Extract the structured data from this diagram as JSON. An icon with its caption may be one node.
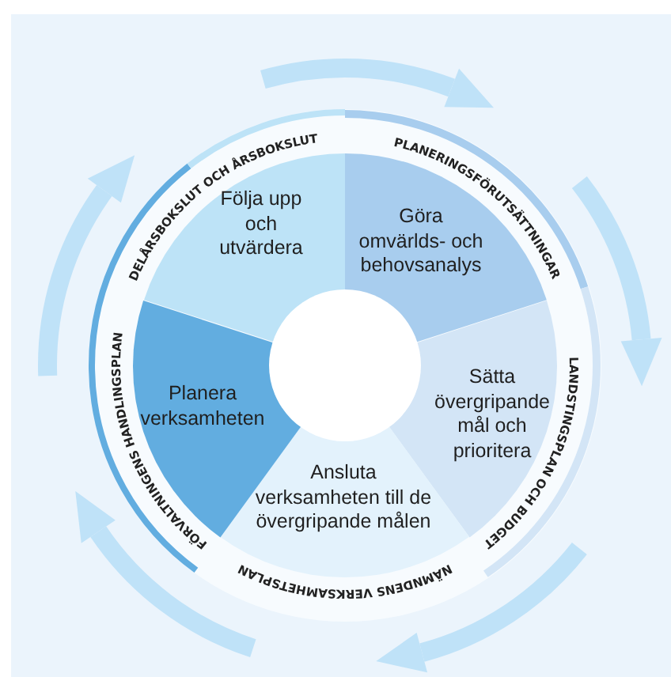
{
  "diagram": {
    "nodes": [
      {
        "text": [
          "Följa upp och utvärdera"
        ]
      },
      {
        "text": [
          "Göra omvärlds- och behovsanalys"
        ]
      },
      {
        "text": [
          "Sätta övergripande mål och prioritera"
        ]
      },
      {
        "text": [
          "Ansluta verksamheten till de övergripande målen"
        ]
      },
      {
        "text": [
          "Planera verksamheten"
        ]
      },
      {
        "text": [],
        "shape": "circle"
      }
    ],
    "labels": [
      "DELÅRSBOKSLUT OCH ÅRSBOKSLUT",
      "PLANERINGSFÖRUTSÄTTNINGAR",
      "LANDSTINGSPLAN OCH BUDGET",
      "NÄMNDENS VERKSAMHETSPLAN",
      "FÖRVALTNINGENS HANDLINGSPLAN"
    ]
  }
}
